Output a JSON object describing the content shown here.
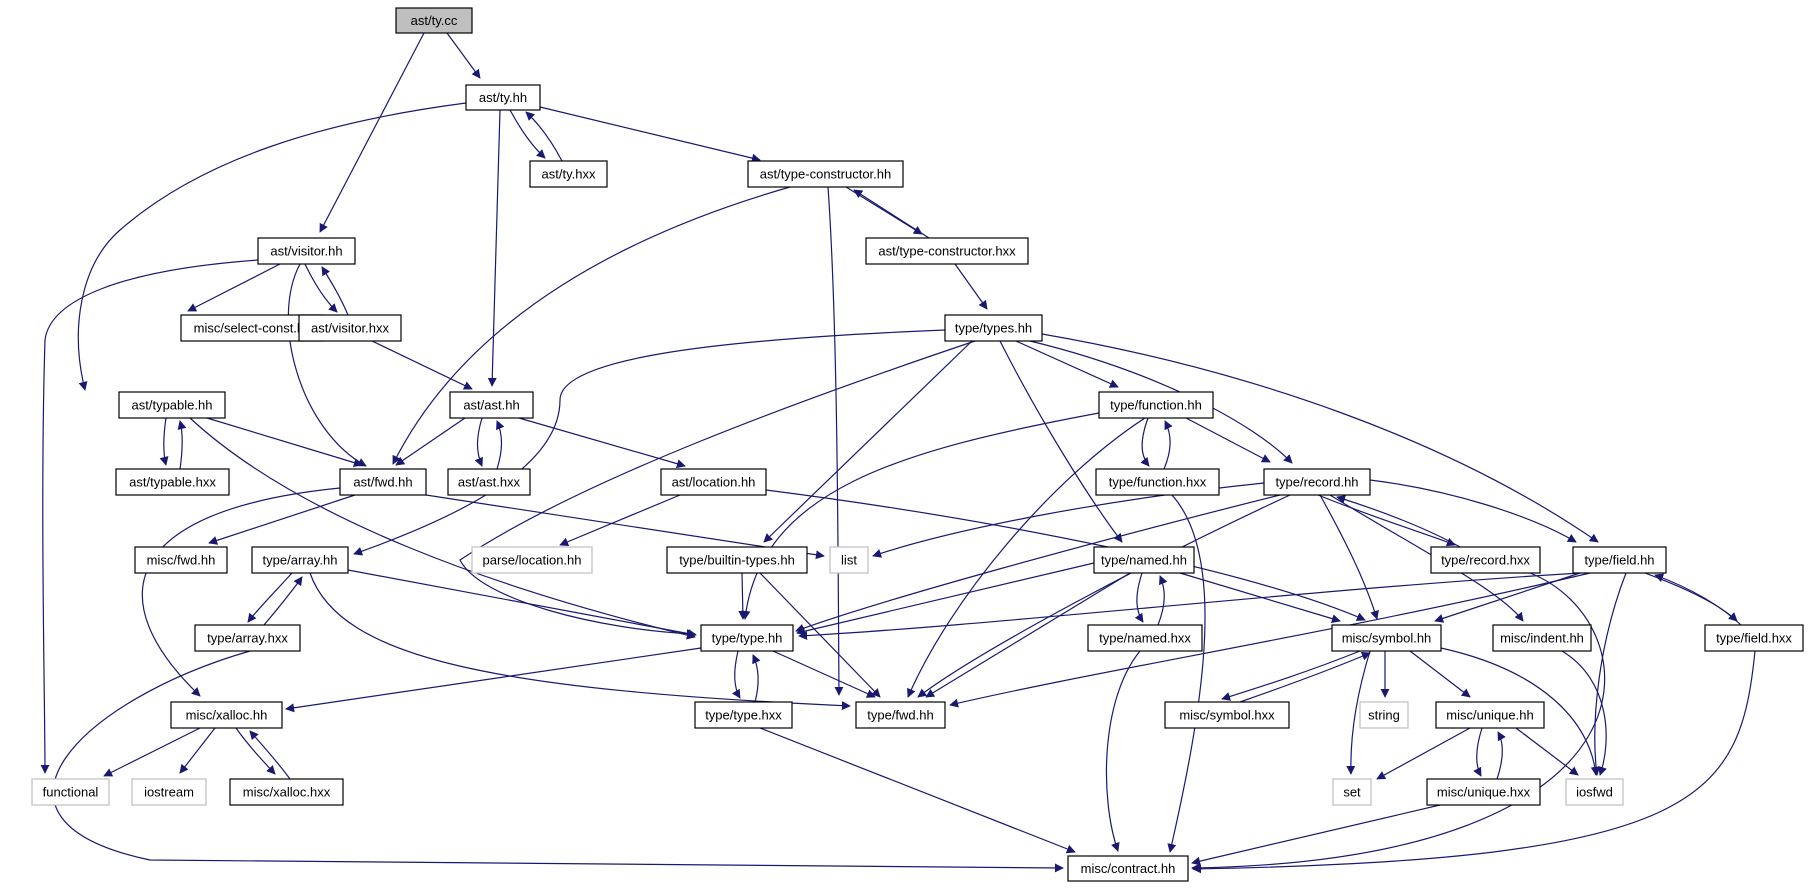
{
  "diagram": {
    "type": "include-dependency-graph",
    "colors": {
      "edge": "#191970",
      "node_border": "#000000",
      "system_border": "#bfbfbf",
      "root_fill": "#bfbfbf",
      "text": "#000000"
    },
    "nodes": {
      "ast_ty_cc": {
        "label": "ast/ty.cc",
        "kind": "root"
      },
      "ast_ty_hh": {
        "label": "ast/ty.hh",
        "kind": "file"
      },
      "ast_ty_hxx": {
        "label": "ast/ty.hxx",
        "kind": "file"
      },
      "ast_type_constructor_hh": {
        "label": "ast/type-constructor.hh",
        "kind": "file"
      },
      "ast_type_constructor_hxx": {
        "label": "ast/type-constructor.hxx",
        "kind": "file"
      },
      "ast_visitor_hh": {
        "label": "ast/visitor.hh",
        "kind": "file"
      },
      "misc_select_const_hh": {
        "label": "misc/select-const.hh",
        "kind": "file"
      },
      "ast_visitor_hxx": {
        "label": "ast/visitor.hxx",
        "kind": "file"
      },
      "type_types_hh": {
        "label": "type/types.hh",
        "kind": "file"
      },
      "ast_typable_hh": {
        "label": "ast/typable.hh",
        "kind": "file"
      },
      "ast_ast_hh": {
        "label": "ast/ast.hh",
        "kind": "file"
      },
      "type_function_hh": {
        "label": "type/function.hh",
        "kind": "file"
      },
      "ast_typable_hxx": {
        "label": "ast/typable.hxx",
        "kind": "file"
      },
      "ast_fwd_hh": {
        "label": "ast/fwd.hh",
        "kind": "file"
      },
      "ast_ast_hxx": {
        "label": "ast/ast.hxx",
        "kind": "file"
      },
      "ast_location_hh": {
        "label": "ast/location.hh",
        "kind": "file"
      },
      "type_function_hxx": {
        "label": "type/function.hxx",
        "kind": "file"
      },
      "type_record_hh": {
        "label": "type/record.hh",
        "kind": "file"
      },
      "misc_fwd_hh": {
        "label": "misc/fwd.hh",
        "kind": "file"
      },
      "type_array_hh": {
        "label": "type/array.hh",
        "kind": "file"
      },
      "parse_location_hh": {
        "label": "parse/location.hh",
        "kind": "system"
      },
      "type_builtin_types_hh": {
        "label": "type/builtin-types.hh",
        "kind": "file"
      },
      "list": {
        "label": "list",
        "kind": "system"
      },
      "type_named_hh": {
        "label": "type/named.hh",
        "kind": "file"
      },
      "type_record_hxx": {
        "label": "type/record.hxx",
        "kind": "file"
      },
      "type_field_hh": {
        "label": "type/field.hh",
        "kind": "file"
      },
      "type_array_hxx": {
        "label": "type/array.hxx",
        "kind": "file"
      },
      "type_type_hh": {
        "label": "type/type.hh",
        "kind": "file"
      },
      "type_named_hxx": {
        "label": "type/named.hxx",
        "kind": "file"
      },
      "misc_symbol_hh": {
        "label": "misc/symbol.hh",
        "kind": "file"
      },
      "misc_indent_hh": {
        "label": "misc/indent.hh",
        "kind": "file"
      },
      "type_field_hxx": {
        "label": "type/field.hxx",
        "kind": "file"
      },
      "misc_xalloc_hh": {
        "label": "misc/xalloc.hh",
        "kind": "file"
      },
      "type_type_hxx": {
        "label": "type/type.hxx",
        "kind": "file"
      },
      "type_fwd_hh": {
        "label": "type/fwd.hh",
        "kind": "file"
      },
      "misc_symbol_hxx": {
        "label": "misc/symbol.hxx",
        "kind": "file"
      },
      "string": {
        "label": "string",
        "kind": "system"
      },
      "misc_unique_hh": {
        "label": "misc/unique.hh",
        "kind": "file"
      },
      "functional": {
        "label": "functional",
        "kind": "system"
      },
      "iostream": {
        "label": "iostream",
        "kind": "system"
      },
      "misc_xalloc_hxx": {
        "label": "misc/xalloc.hxx",
        "kind": "file"
      },
      "set": {
        "label": "set",
        "kind": "system"
      },
      "misc_unique_hxx": {
        "label": "misc/unique.hxx",
        "kind": "file"
      },
      "iosfwd": {
        "label": "iosfwd",
        "kind": "system"
      },
      "misc_contract_hh": {
        "label": "misc/contract.hh",
        "kind": "file"
      }
    }
  }
}
